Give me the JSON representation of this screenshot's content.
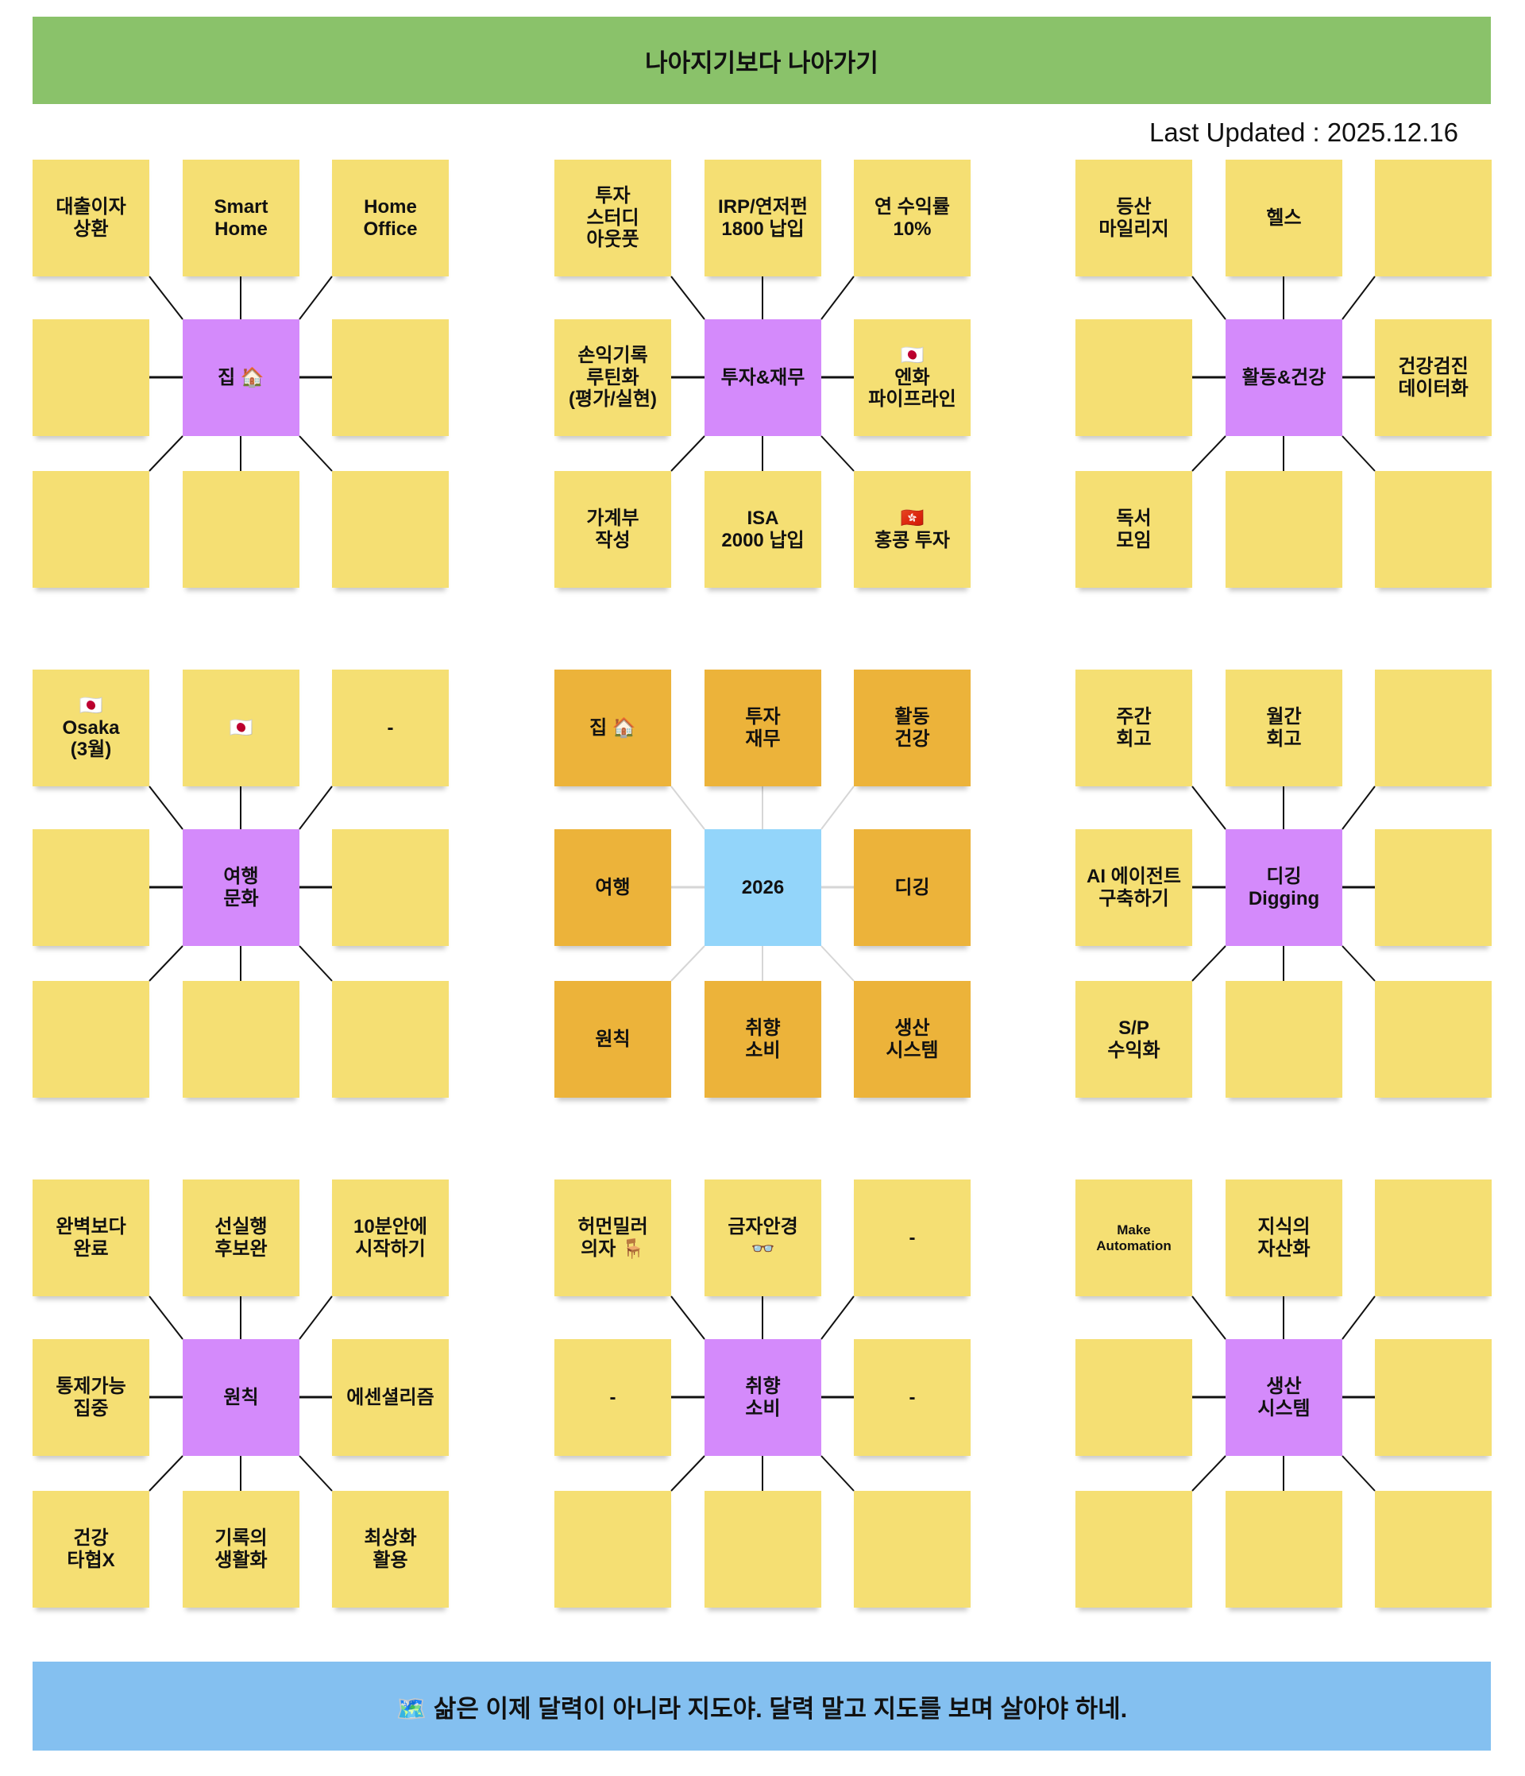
{
  "header": {
    "title": "나아지기보다 나아가기"
  },
  "last_updated": "Last Updated : 2025.12.16",
  "footer": {
    "quote": "🗺️ 삶은 이제 달력이 아니라 지도야. 달력 말고 지도를 보며 살아야 하네."
  },
  "colors": {
    "note": "#F5DF73",
    "center": "#D48AFB",
    "core": "#93D5FA",
    "core_sub": "#ECB33A",
    "header": "#8AC26A",
    "footer": "#84C0F0"
  },
  "blocks": [
    {
      "cells": [
        "대출이자\n상환",
        "Smart\nHome",
        "Home\nOffice",
        "",
        "집 🏠",
        "",
        "",
        "",
        ""
      ]
    },
    {
      "cells": [
        "투자\n스터디\n아웃풋",
        "IRP/연저펀\n1800 납입",
        "연 수익률\n10%",
        "손익기록\n루틴화\n(평가/실현)",
        "투자&재무",
        "🇯🇵\n엔화\n파이프라인",
        "가계부\n작성",
        "ISA\n2000 납입",
        "🇭🇰\n홍콩 투자"
      ]
    },
    {
      "cells": [
        "등산\n마일리지",
        "헬스",
        "",
        "",
        "활동&건강",
        "건강검진\n데이터화",
        "독서\n모임",
        "",
        ""
      ]
    },
    {
      "cells": [
        "🇯🇵\nOsaka\n(3월)",
        "🇯🇵",
        "-",
        "",
        "여행\n문화",
        "",
        "",
        "",
        ""
      ]
    },
    {
      "cells": [
        "집 🏠",
        "투자\n재무",
        "활동\n건강",
        "여행",
        "2026",
        "디깅",
        "원칙",
        "취향\n소비",
        "생산\n시스템"
      ]
    },
    {
      "cells": [
        "주간\n회고",
        "월간\n회고",
        "",
        "AI 에이전트\n구축하기",
        "디깅\nDigging",
        "",
        "S/P\n수익화",
        "",
        ""
      ]
    },
    {
      "cells": [
        "완벽보다\n완료",
        "선실행\n후보완",
        "10분안에\n시작하기",
        "통제가능\n집중",
        "원칙",
        "에센셜리즘",
        "건강\n타협X",
        "기록의\n생활화",
        "최상화\n활용"
      ]
    },
    {
      "cells": [
        "허먼밀러\n의자 🪑",
        "금자안경\n👓",
        "-",
        "-",
        "취향\n소비",
        "-",
        "",
        "",
        ""
      ]
    },
    {
      "cells": [
        "Make\nAutomation",
        "지식의\n자산화",
        "",
        "",
        "생산\n시스템",
        "",
        "",
        "",
        ""
      ]
    }
  ]
}
